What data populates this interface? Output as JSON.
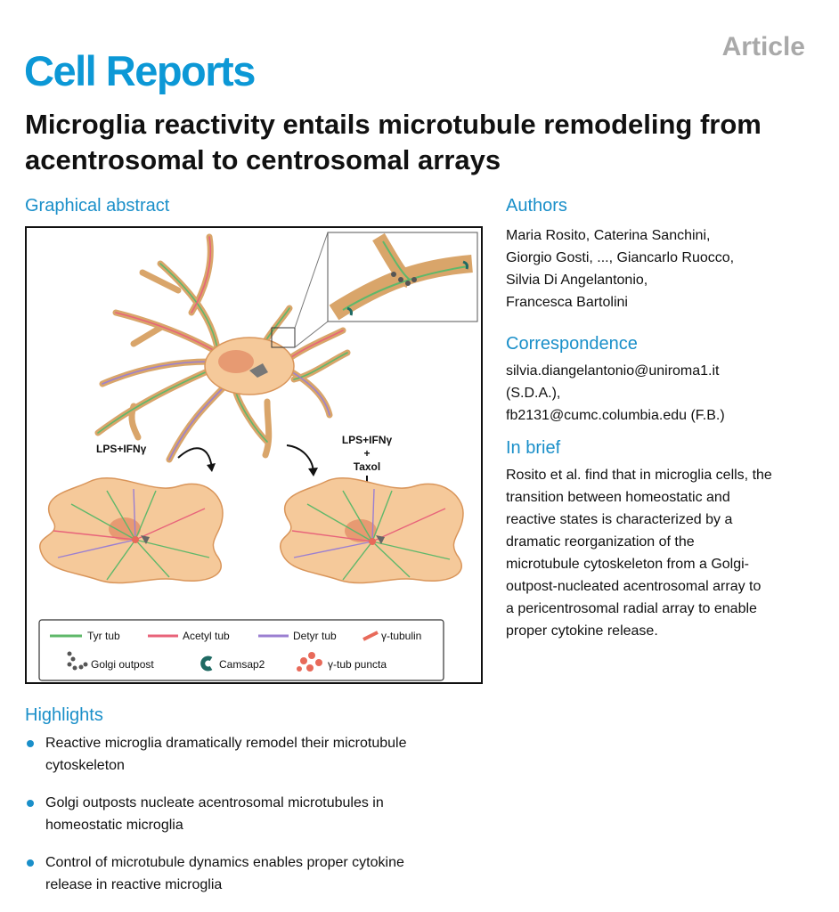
{
  "article_label": "Article",
  "journal": "Cell Reports",
  "title": "Microglia reactivity entails microtubule remodeling from acentrosomal to centrosomal arrays",
  "graphical_abstract": {
    "heading": "Graphical abstract",
    "left_treatment": "LPS+IFNγ",
    "right_treatment_line1": "LPS+IFNγ",
    "right_treatment_line2": "+",
    "right_treatment_line3": "Taxol",
    "legend": {
      "tyr": "Tyr tub",
      "acetyl": "Acetyl tub",
      "detyr": "Detyr tub",
      "gamma": "γ-tubulin",
      "golgi": "Golgi outpost",
      "camsap": "Camsap2",
      "puncta": "γ-tub puncta"
    },
    "colors": {
      "cell_fill": "#f5c99a",
      "cell_stroke": "#d9955a",
      "tyr": "#5fb86a",
      "acetyl": "#e8637a",
      "detyr": "#9b7fd1",
      "gamma": "#e86a5a",
      "golgi": "#555555",
      "camsap": "#1f6a63"
    }
  },
  "authors": {
    "heading": "Authors",
    "line1": "Maria Rosito, Caterina Sanchini,",
    "line2": "Giorgio Gosti, ..., Giancarlo Ruocco,",
    "line3": "Silvia Di Angelantonio,",
    "line4": "Francesca Bartolini"
  },
  "correspondence": {
    "heading": "Correspondence",
    "line1": "silvia.diangelantonio@uniroma1.it",
    "line2": "(S.D.A.),",
    "line3": "fb2131@cumc.columbia.edu (F.B.)"
  },
  "in_brief": {
    "heading": "In brief",
    "lines": [
      "Rosito et al. find that in microglia cells, the",
      "transition between homeostatic and",
      "reactive states is characterized by a",
      "dramatic reorganization of the",
      "microtubule cytoskeleton from a Golgi-",
      "outpost-nucleated acentrosomal array to",
      "a pericentrosomal radial array to enable",
      "proper cytokine release."
    ]
  },
  "highlights": {
    "heading": "Highlights",
    "items": [
      {
        "line1": "Reactive microglia dramatically remodel their microtubule",
        "line2": "cytoskeleton"
      },
      {
        "line1": "Golgi outposts nucleate acentrosomal microtubules in",
        "line2": "homeostatic microglia"
      },
      {
        "line1": "Control of microtubule dynamics enables proper cytokine",
        "line2": "release in reactive microglia"
      }
    ]
  }
}
